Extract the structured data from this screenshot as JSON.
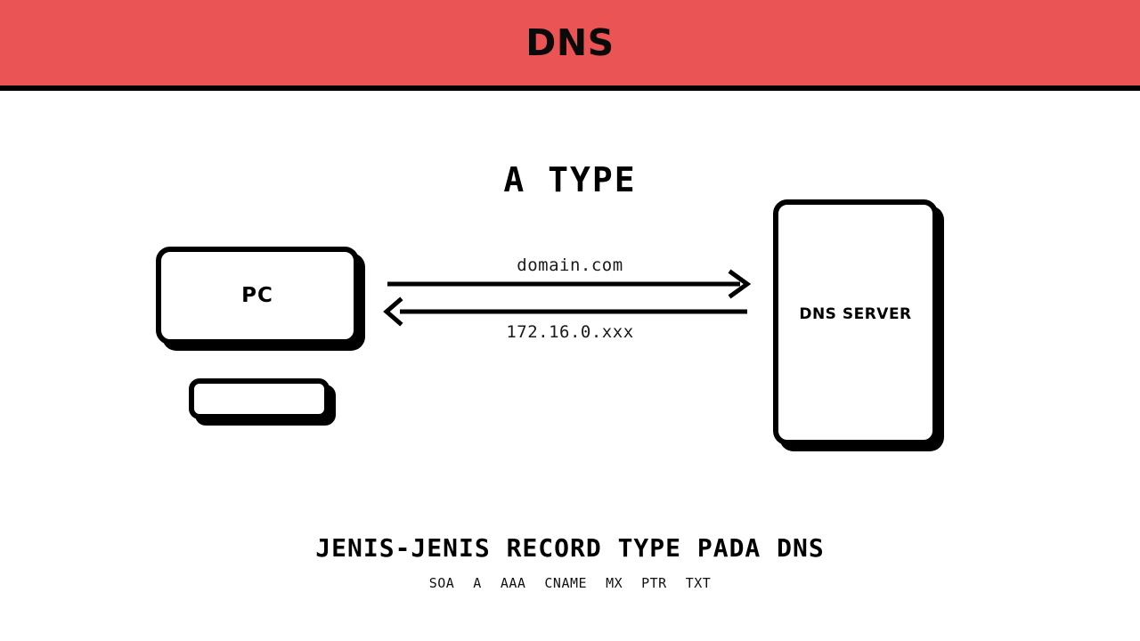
{
  "colors": {
    "band": "#ea5455",
    "ink": "#000000",
    "page": "#ffffff"
  },
  "header": {
    "title": "DNS"
  },
  "diagram": {
    "section_title": "A TYPE",
    "client": {
      "label": "PC",
      "keyboard_label": ""
    },
    "server": {
      "label": "DNS SERVER"
    },
    "flows": [
      {
        "label": "domain.com",
        "direction": "right"
      },
      {
        "label": "172.16.0.xxx",
        "direction": "left"
      }
    ]
  },
  "footer": {
    "title": "JENIS-JENIS RECORD TYPE PADA DNS",
    "record_types": [
      "SOA",
      "A",
      "AAA",
      "CNAME",
      "MX",
      "PTR",
      "TXT"
    ]
  }
}
